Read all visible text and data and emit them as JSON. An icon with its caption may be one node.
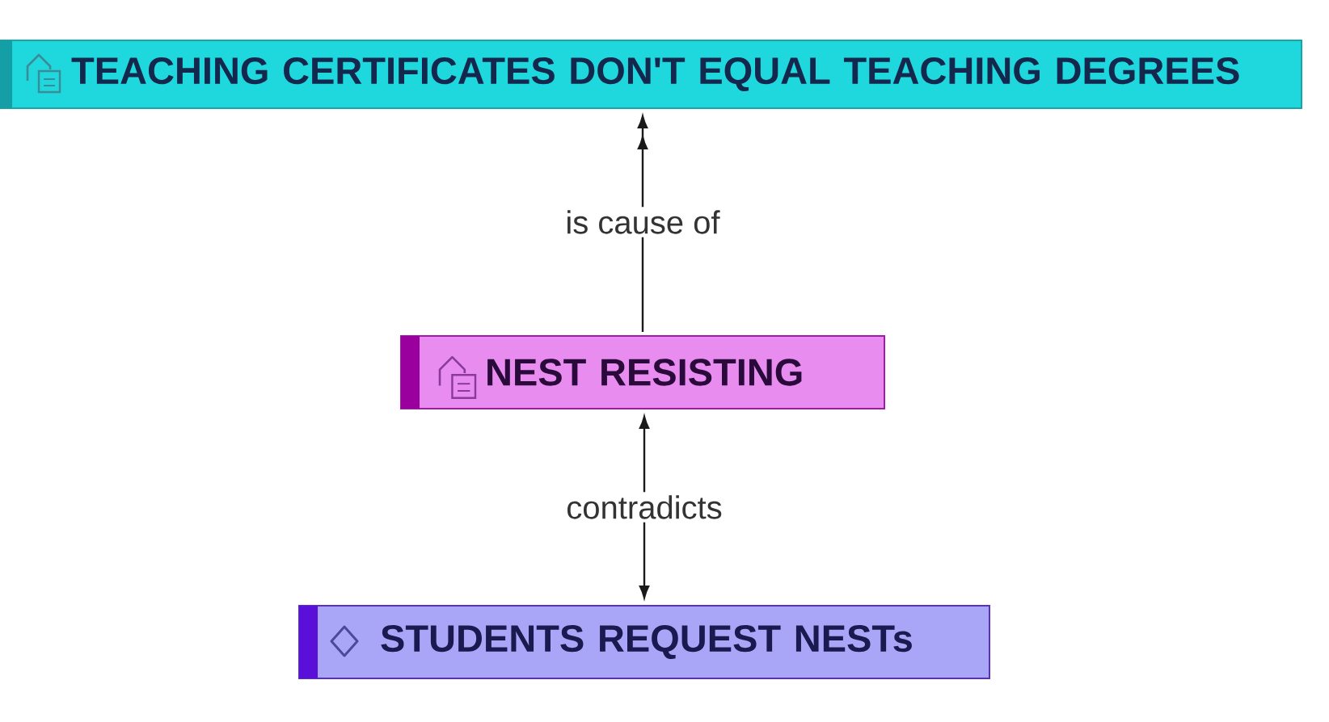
{
  "diagram": {
    "nodes": [
      {
        "text": [
          "TEACHING CERTIFICATES DON'T EQUAL TEACHING DEGREES"
        ]
      },
      {
        "text": [
          "NEST RESISTING"
        ]
      },
      {
        "text": [
          "STUDENTS REQUEST NESTs"
        ]
      }
    ],
    "edges": [
      {
        "from": 1,
        "to": 0,
        "arrow": "to",
        "label": "is cause of"
      },
      {
        "from": 2,
        "to": 1,
        "arrow": "both",
        "label": "contradicts"
      }
    ]
  }
}
